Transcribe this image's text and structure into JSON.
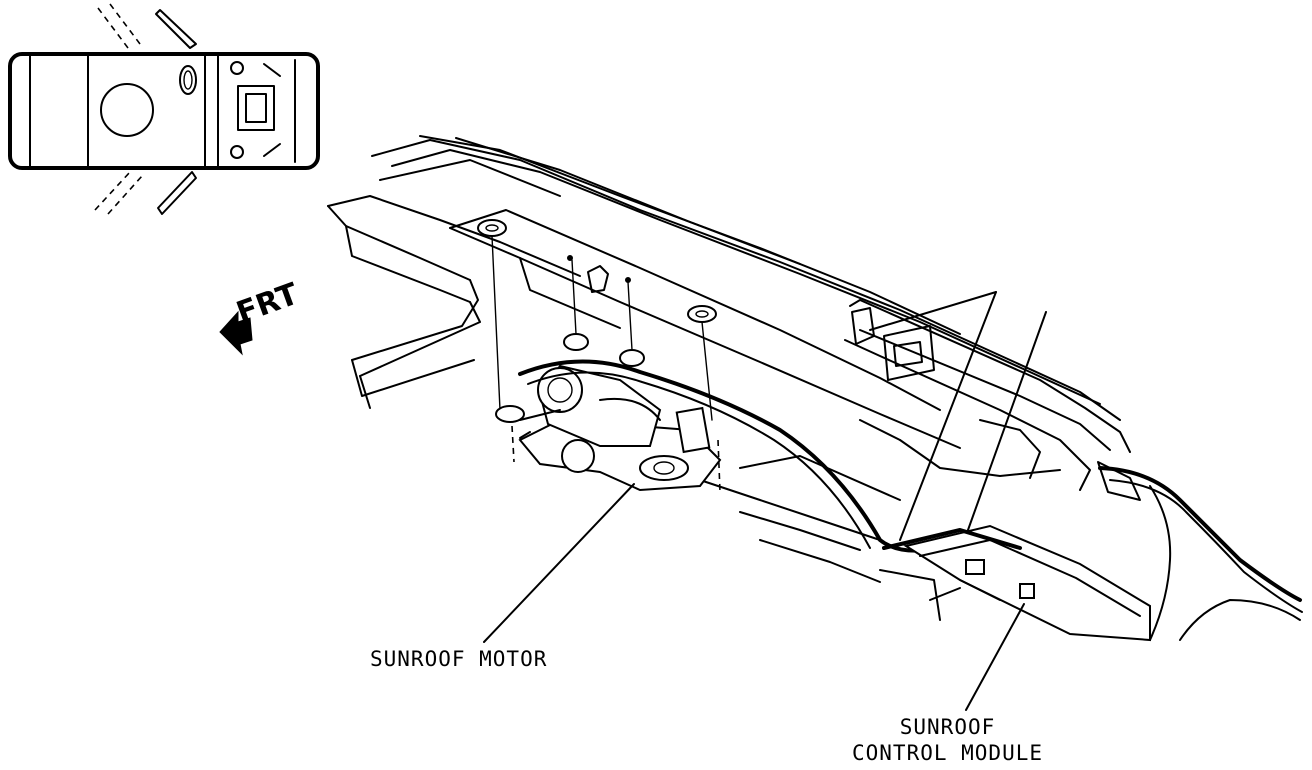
{
  "labels": {
    "motor": "SUNROOF MOTOR",
    "module_line1": "SUNROOF",
    "module_line2": "CONTROL MODULE",
    "front": "FRT"
  },
  "icons": {
    "front_arrow": "front-arrow-icon"
  },
  "colors": {
    "ink": "#000000",
    "paper": "#ffffff"
  }
}
